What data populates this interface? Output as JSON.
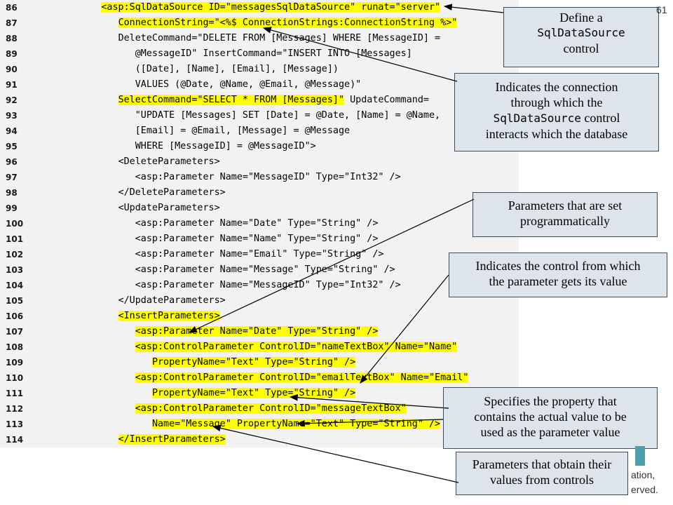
{
  "code": {
    "lines": [
      {
        "num": "86",
        "segments": [
          [
            "      ",
            false
          ],
          [
            "<asp:SqlDataSource ID=\"messagesSqlDataSource\" runat=\"server\"",
            true
          ]
        ]
      },
      {
        "num": "87",
        "segments": [
          [
            "         ",
            false
          ],
          [
            "ConnectionString=\"<%$ ConnectionStrings:ConnectionString %>\"",
            true
          ]
        ]
      },
      {
        "num": "88",
        "segments": [
          [
            "         ",
            false
          ],
          [
            "DeleteCommand=\"DELETE FROM [Messages] WHERE [MessageID] =",
            false
          ]
        ]
      },
      {
        "num": "89",
        "segments": [
          [
            "            ",
            false
          ],
          [
            "@MessageID\" InsertCommand=\"INSERT INTO [Messages]",
            false
          ]
        ]
      },
      {
        "num": "90",
        "segments": [
          [
            "            ",
            false
          ],
          [
            "([Date], [Name], [Email], [Message])",
            false
          ]
        ]
      },
      {
        "num": "91",
        "segments": [
          [
            "            ",
            false
          ],
          [
            "VALUES (@Date, @Name, @Email, @Message)\"",
            false
          ]
        ]
      },
      {
        "num": "92",
        "segments": [
          [
            "         ",
            false
          ],
          [
            "SelectCommand=\"SELECT * FROM [Messages]\"",
            true
          ],
          [
            " UpdateCommand=",
            false
          ]
        ]
      },
      {
        "num": "93",
        "segments": [
          [
            "            ",
            false
          ],
          [
            "\"UPDATE [Messages] SET [Date] = @Date, [Name] = @Name,",
            false
          ]
        ]
      },
      {
        "num": "94",
        "segments": [
          [
            "            ",
            false
          ],
          [
            "[Email] = @Email, [Message] = @Message",
            false
          ]
        ]
      },
      {
        "num": "95",
        "segments": [
          [
            "            ",
            false
          ],
          [
            "WHERE [MessageID] = @MessageID\">",
            false
          ]
        ]
      },
      {
        "num": "96",
        "segments": [
          [
            "         ",
            false
          ],
          [
            "<DeleteParameters>",
            false
          ]
        ]
      },
      {
        "num": "97",
        "segments": [
          [
            "            ",
            false
          ],
          [
            "<asp:Parameter Name=\"MessageID\" Type=\"Int32\" />",
            false
          ]
        ]
      },
      {
        "num": "98",
        "segments": [
          [
            "         ",
            false
          ],
          [
            "</DeleteParameters>",
            false
          ]
        ]
      },
      {
        "num": "99",
        "segments": [
          [
            "         ",
            false
          ],
          [
            "<UpdateParameters>",
            false
          ]
        ]
      },
      {
        "num": "100",
        "segments": [
          [
            "            ",
            false
          ],
          [
            "<asp:Parameter Name=\"Date\" Type=\"String\" />",
            false
          ]
        ]
      },
      {
        "num": "101",
        "segments": [
          [
            "            ",
            false
          ],
          [
            "<asp:Parameter Name=\"Name\" Type=\"String\" />",
            false
          ]
        ]
      },
      {
        "num": "102",
        "segments": [
          [
            "            ",
            false
          ],
          [
            "<asp:Parameter Name=\"Email\" Type=\"String\" />",
            false
          ]
        ]
      },
      {
        "num": "103",
        "segments": [
          [
            "            ",
            false
          ],
          [
            "<asp:Parameter Name=\"Message\" Type=\"String\" />",
            false
          ]
        ]
      },
      {
        "num": "104",
        "segments": [
          [
            "            ",
            false
          ],
          [
            "<asp:Parameter Name=\"MessageID\" Type=\"Int32\" />",
            false
          ]
        ]
      },
      {
        "num": "105",
        "segments": [
          [
            "         ",
            false
          ],
          [
            "</UpdateParameters>",
            false
          ]
        ]
      },
      {
        "num": "106",
        "segments": [
          [
            "         ",
            false
          ],
          [
            "<InsertParameters>",
            true
          ]
        ]
      },
      {
        "num": "107",
        "segments": [
          [
            "            ",
            false
          ],
          [
            "<asp:Parameter Name=\"Date\" Type=\"String\" />",
            true
          ]
        ]
      },
      {
        "num": "108",
        "segments": [
          [
            "            ",
            false
          ],
          [
            "<asp:ControlParameter ControlID=\"nameTextBox\" Name=\"Name\"",
            true
          ]
        ]
      },
      {
        "num": "109",
        "segments": [
          [
            "               ",
            false
          ],
          [
            "PropertyName=\"Text\" Type=\"String\" />",
            true
          ]
        ]
      },
      {
        "num": "110",
        "segments": [
          [
            "            ",
            false
          ],
          [
            "<asp:ControlParameter ControlID=\"emailTextBox\" Name=\"Email\"",
            true
          ]
        ]
      },
      {
        "num": "111",
        "segments": [
          [
            "               ",
            false
          ],
          [
            "PropertyName=\"Text\" Type=\"String\" />",
            true
          ]
        ]
      },
      {
        "num": "112",
        "segments": [
          [
            "            ",
            false
          ],
          [
            "<asp:ControlParameter ControlID=\"messageTextBox\"",
            true
          ]
        ]
      },
      {
        "num": "113",
        "segments": [
          [
            "               ",
            false
          ],
          [
            "Name=\"Message\" PropertyName=\"Text\" Type=\"String\" />",
            true
          ]
        ]
      },
      {
        "num": "114",
        "segments": [
          [
            "         ",
            false
          ],
          [
            "</InsertParameters>",
            true
          ]
        ]
      }
    ]
  },
  "callouts": {
    "define": {
      "line1": "Define a",
      "line2": "SqlDataSource",
      "line3": "control"
    },
    "connection": {
      "line1": "Indicates the connection",
      "line2": "through which the",
      "line3_mono": "SqlDataSource",
      "line3_rest": " control",
      "line4": "interacts which the database"
    },
    "programmatic": {
      "line1": "Parameters that are set",
      "line2": "programmatically"
    },
    "control_from": {
      "line1": "Indicates the control from which",
      "line2": "the parameter gets its value"
    },
    "property": {
      "line1": "Specifies the property that",
      "line2": "contains the actual value to be",
      "line3": "used as the parameter value"
    },
    "from_controls": {
      "line1": "Parameters that obtain their",
      "line2": "values from controls"
    }
  },
  "slide": {
    "number": "61",
    "footer_line1": "ation,",
    "footer_line2": "erved."
  }
}
